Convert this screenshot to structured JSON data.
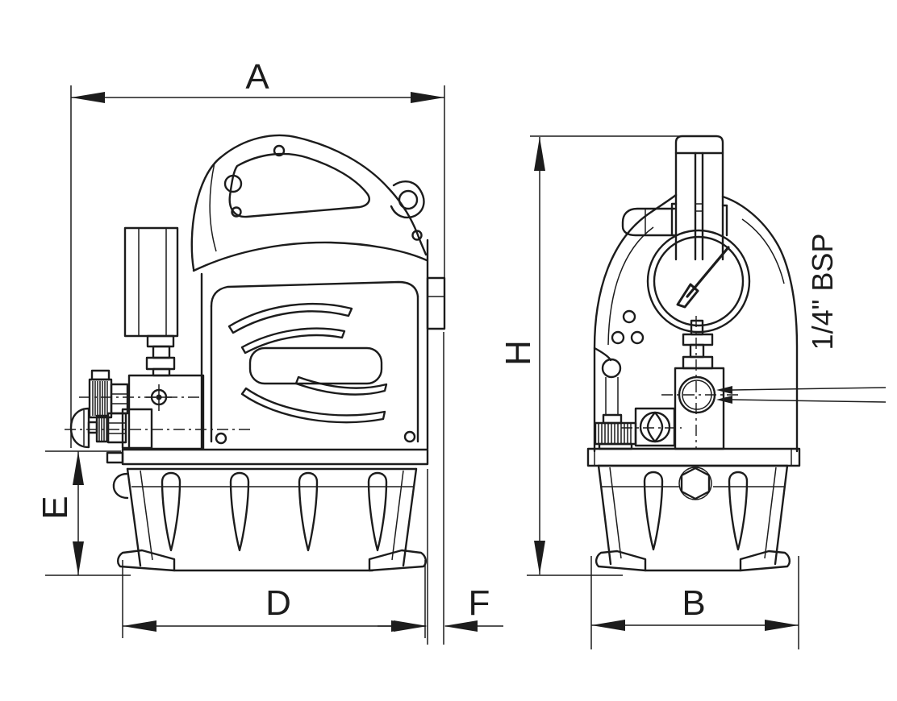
{
  "drawing": {
    "title_hint": "hydraulic pump dimensional drawing",
    "colors": {
      "ink": "#1c1c1c",
      "paper": "#ffffff"
    },
    "labels": {
      "dim_a": "A",
      "dim_b": "B",
      "dim_d": "D",
      "dim_e": "E",
      "dim_f": "F",
      "dim_h": "H",
      "port_note": "1/4\" BSP"
    }
  }
}
